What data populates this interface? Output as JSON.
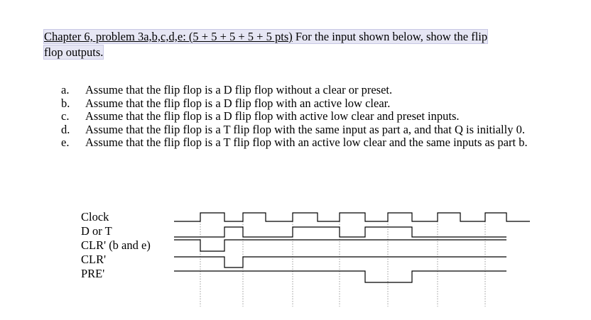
{
  "heading": {
    "chapter_ref": "Chapter 6, problem 3a,b,c,d,e: (5 + 5 + 5 + 5 + 5 pts)",
    "rest_line1": " For the input shown below, show the flip",
    "line2": "flop outputs."
  },
  "parts": [
    {
      "letter": "a.",
      "text": "Assume that the flip flop is a D flip flop without a clear or preset."
    },
    {
      "letter": "b.",
      "text": "Assume that the flip flop is a D flip flop with an active low clear."
    },
    {
      "letter": "c.",
      "text": "Assume that the flip flop is a D flip flop with active low clear and preset inputs."
    },
    {
      "letter": "d.",
      "text": "Assume that the flip flop is a T flip flop with the same input as part a, and that Q is initially 0."
    },
    {
      "letter": "e.",
      "text": "Assume that the flip flop is a T flip flop with an active low clear and the same inputs as part b."
    }
  ],
  "timing_diagram": {
    "signals": [
      {
        "name": "Clock",
        "levels": [
          0,
          1,
          0,
          1,
          0,
          1,
          0,
          1,
          0,
          1,
          0,
          1,
          0,
          1,
          0
        ]
      },
      {
        "name": "D or T",
        "levels": [
          0,
          0,
          1,
          0,
          0,
          1,
          1,
          0,
          1,
          1,
          0,
          0,
          0,
          0
        ]
      },
      {
        "name": "CLR' (b and e)",
        "levels": [
          1,
          0,
          1,
          1,
          1,
          1,
          1,
          1,
          1,
          1,
          1,
          1,
          1,
          1
        ]
      },
      {
        "name": "CLR'",
        "levels": [
          1,
          1,
          0,
          1,
          1,
          1,
          1,
          1,
          1,
          1,
          1,
          1,
          1,
          1
        ]
      },
      {
        "name": "PRE'",
        "levels": [
          1,
          1,
          1,
          1,
          1,
          1,
          1,
          1,
          0,
          0,
          1,
          1,
          1,
          1
        ]
      }
    ]
  }
}
